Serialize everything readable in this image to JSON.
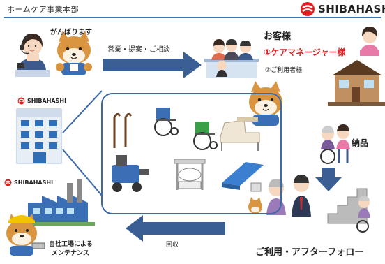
{
  "header": {
    "title": "ホームケア事業本部",
    "brand": "SHIBAHASHI"
  },
  "labels": {
    "cheer": "がんばります",
    "sales": "営業・提案・ご相談",
    "customer": "お客様",
    "care_manager": "①ケアマネージャー様",
    "user": "②ご利用者様",
    "delivery": "納品",
    "aftercare": "ご利用・アフターフォロー",
    "collection": "回収",
    "maintenance_line1": "自社工場による",
    "maintenance_line2": "メンテナンス",
    "office_brand": "SHIBAHASHI",
    "factory_brand": "SHIBAHASHI"
  },
  "colors": {
    "accent": "#3b75b8",
    "arrow": "#3a5f94",
    "brand_red": "#e02020",
    "frame": "#3b6aa8"
  }
}
